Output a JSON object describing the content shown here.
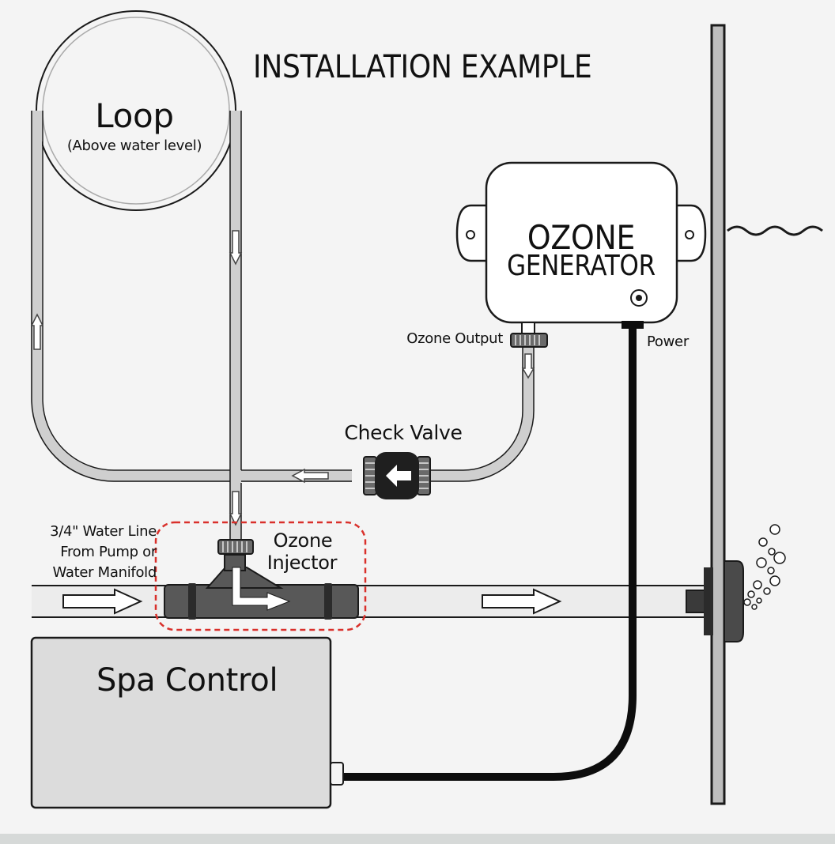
{
  "title": "INSTALLATION EXAMPLE",
  "loop": {
    "label": "Loop",
    "sublabel": "(Above water level)"
  },
  "ozone_generator": {
    "line1": "OZONE",
    "line2": "GENERATOR"
  },
  "ozone_output_label": "Ozone Output",
  "power_label": "Power",
  "check_valve_label": "Check Valve",
  "ozone_injector": {
    "line1": "Ozone",
    "line2": "Injector"
  },
  "water_line": {
    "line1": "3/4\" Water Line",
    "line2": "From Pump or",
    "line3": "Water Manifold"
  },
  "spa_control_label": "Spa Control",
  "colors": {
    "background": "#f4f4f4",
    "outline": "#1a1a1a",
    "tube": "#bdbdbd",
    "injector_highlight": "#d9302b",
    "power_cable": "#0d0d0d",
    "spa_box": "#dcdcdc",
    "footer_bar": "#d6d9d8"
  }
}
